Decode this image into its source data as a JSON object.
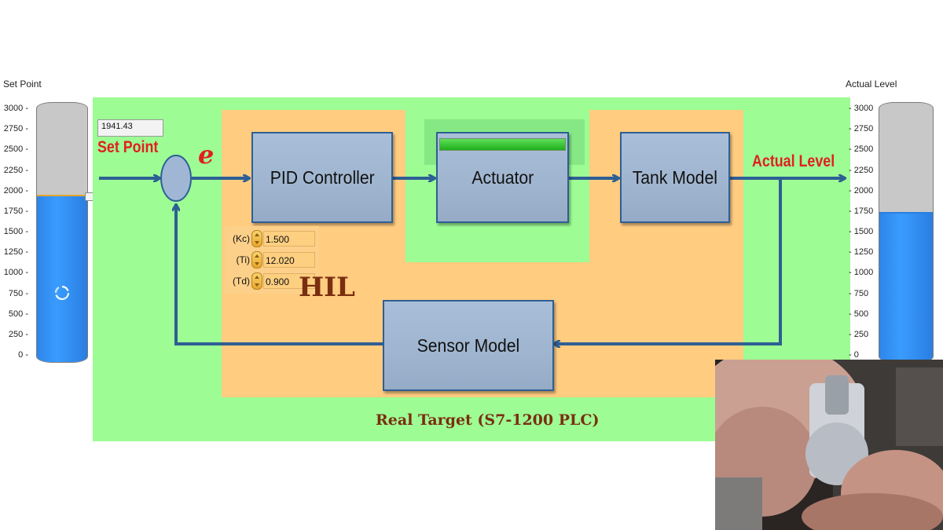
{
  "left_gauge": {
    "title": "Set Point",
    "scale": [
      "3000",
      "2750",
      "2500",
      "2250",
      "2000",
      "1750",
      "1500",
      "1250",
      "1000",
      "750",
      "500",
      "250",
      "0"
    ],
    "max": 3000,
    "level": 1941.43,
    "loading_icon": "refresh-spinner-icon"
  },
  "right_gauge": {
    "title": "Actual Level",
    "scale": [
      "3000",
      "2750",
      "2500",
      "2250",
      "2000",
      "1750",
      "1500",
      "1250",
      "1000",
      "750",
      "500",
      "250",
      "0"
    ],
    "max": 3000,
    "level": 1730
  },
  "setpoint_readout": "1941.43",
  "diagram": {
    "setpoint_label": "Set Point",
    "error_label": "e",
    "output_label": "Actual Level",
    "hil_label": "HIL",
    "real_target_label": "Real Target (S7-1200 PLC)",
    "blocks": {
      "pid": "PID Controller",
      "actuator": "Actuator",
      "tank": "Tank Model",
      "sensor": "Sensor Model"
    },
    "actuator_progress": 1.0,
    "params": [
      {
        "label": "(Kc)",
        "value": "1.500"
      },
      {
        "label": "(Ti)",
        "value": "12.020"
      },
      {
        "label": "(Td)",
        "value": "0.900"
      }
    ]
  },
  "colors": {
    "green_area": "#9dfc94",
    "orange_area": "#ffcc80",
    "tank_fill": "#3a9cff",
    "arrow": "#2e5f94",
    "label_red": "#e02020",
    "brown": "#7a2e10"
  }
}
